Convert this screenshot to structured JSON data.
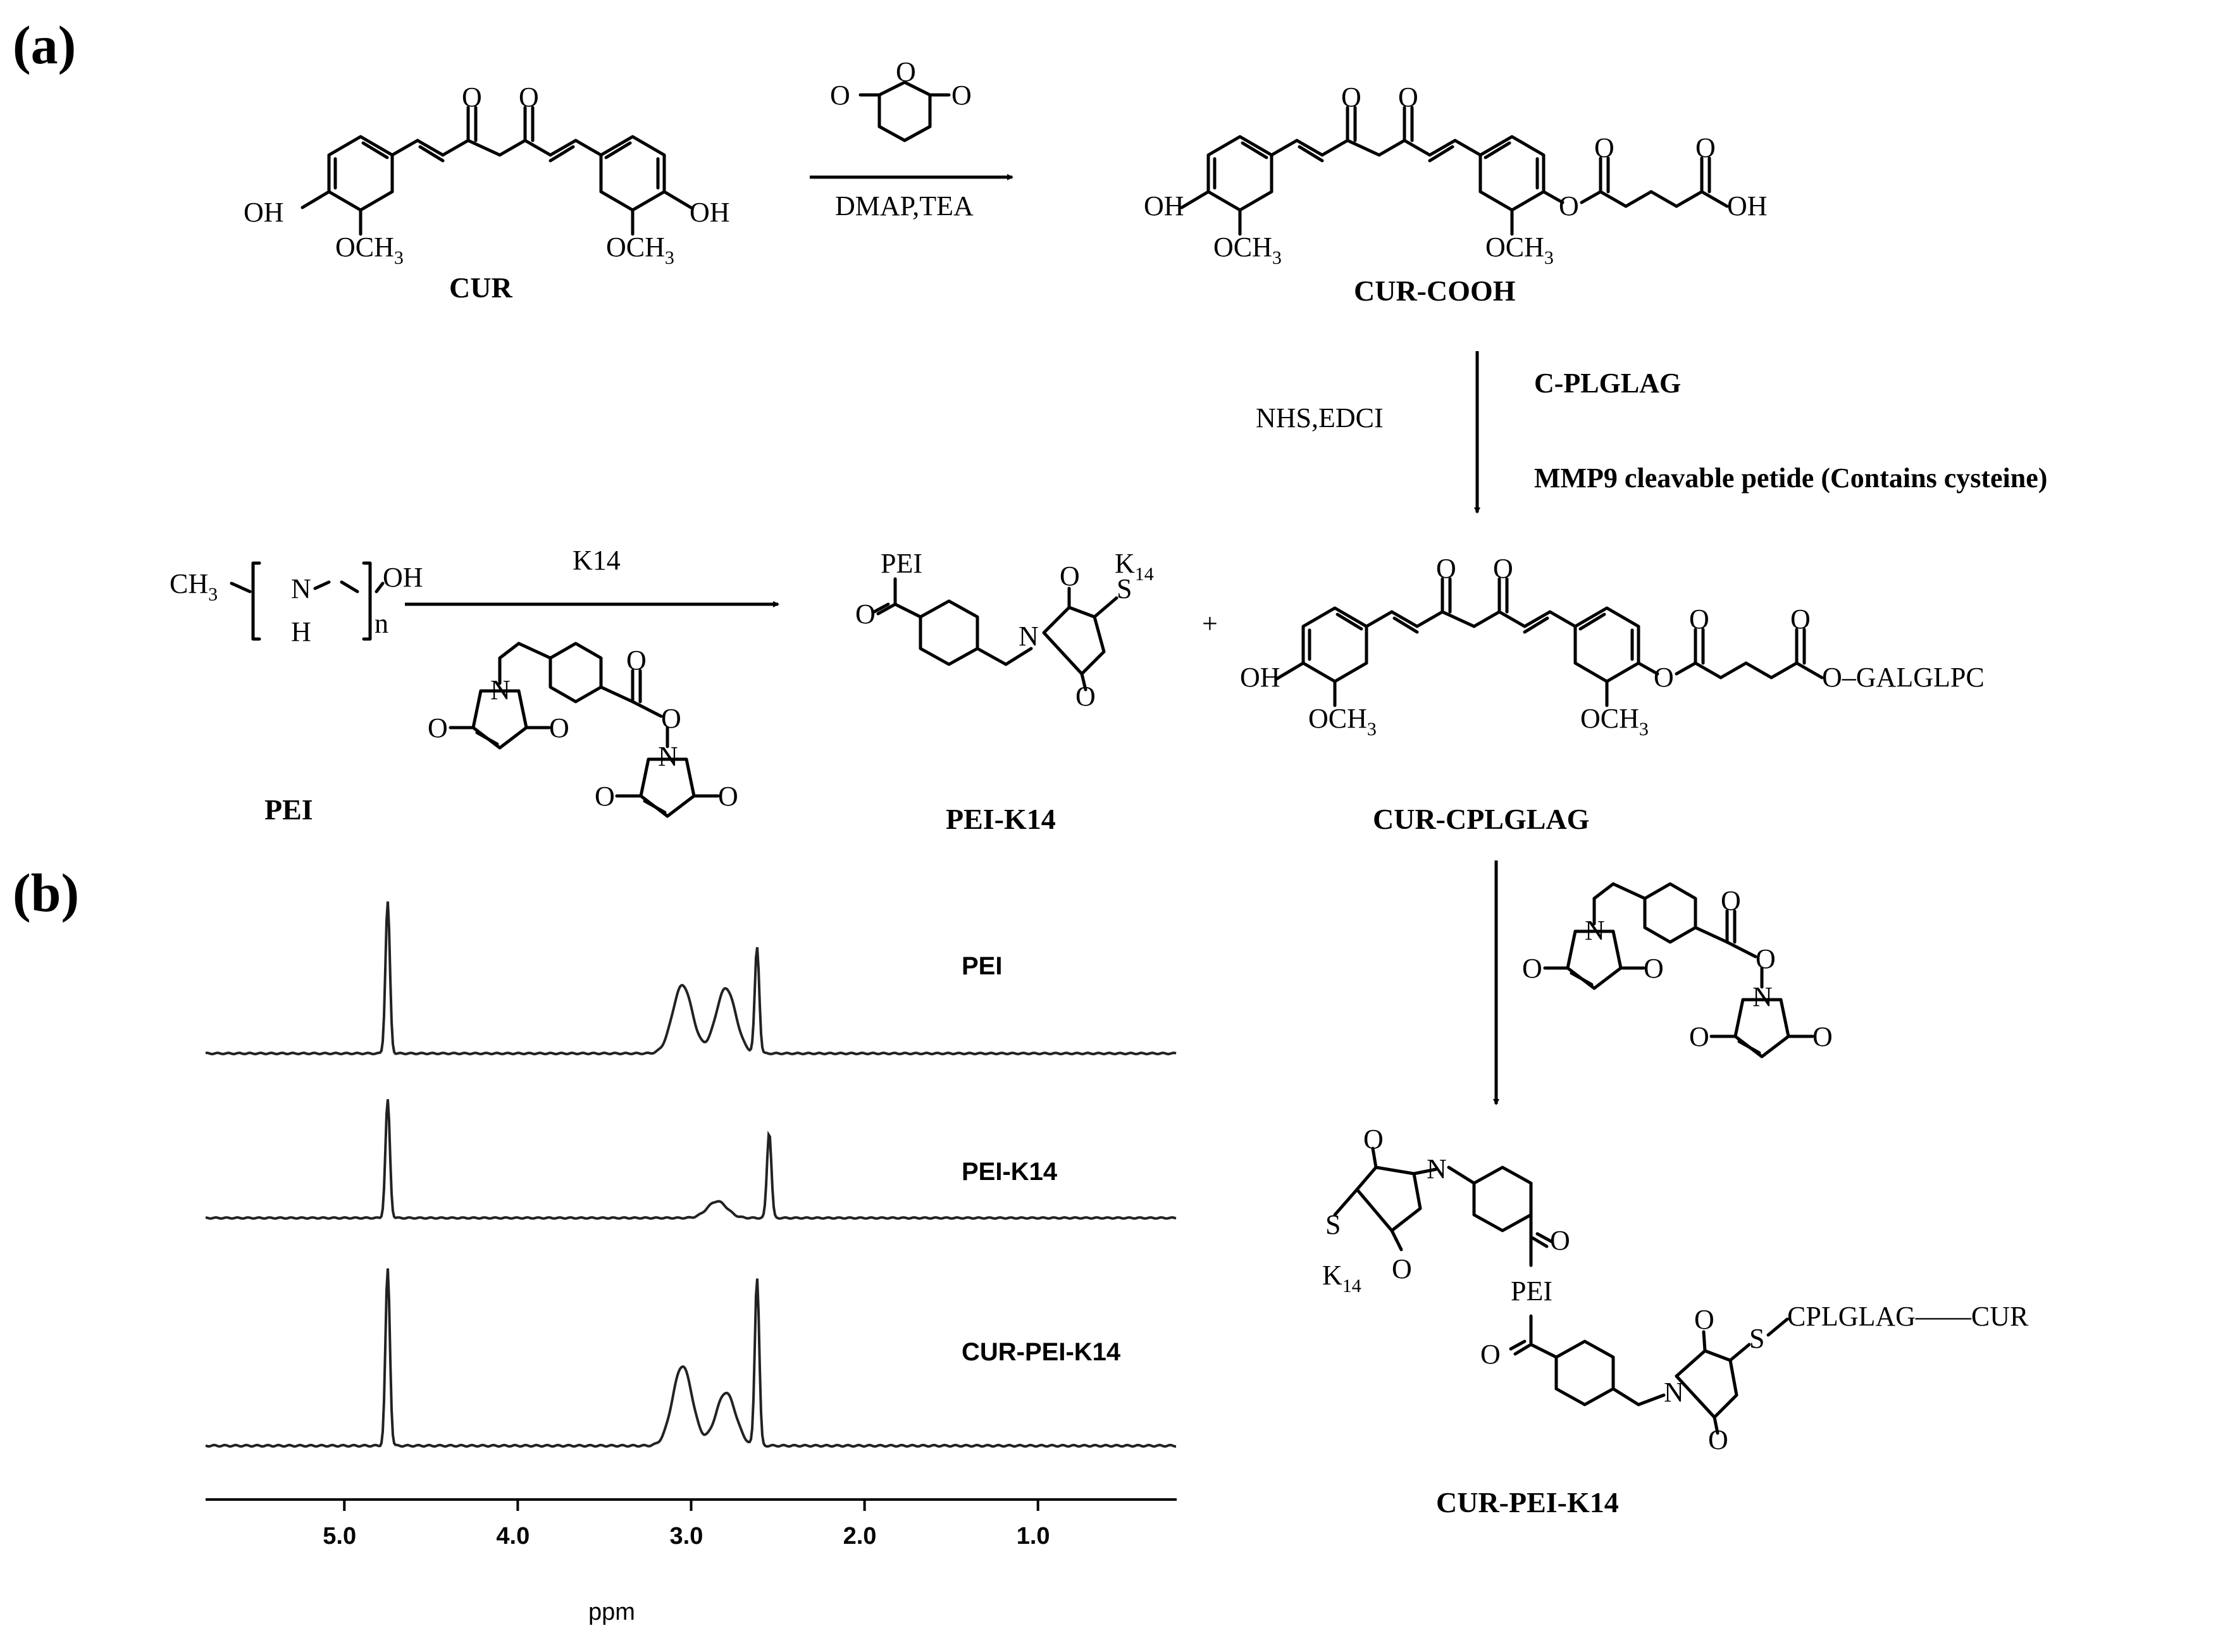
{
  "panel_a": {
    "label": "(a)",
    "compounds": {
      "cur": "CUR",
      "cur_cooh": "CUR-COOH",
      "pei": "PEI",
      "pei_k14": "PEI-K14",
      "cur_cplglag": "CUR-CPLGLAG",
      "cur_pei_k14": "CUR-PEI-K14"
    },
    "reagents": {
      "step1": "DMAP,TEA",
      "step2_left": "NHS,EDCI",
      "step2_right_1": "C-PLGLAG",
      "step2_right_2": "MMP9 cleavable petide (Contains cysteine)",
      "step3": "K14",
      "plus": "+"
    },
    "atoms": {
      "oh": "OH",
      "och": "OCH",
      "sub3": "3",
      "o": "O",
      "n": "N",
      "h": "H",
      "n_sub": "n",
      "ch": "CH",
      "s": "S",
      "k": "K",
      "sub14": "14",
      "pei": "PEI",
      "galglpc": "O–GALGLPC",
      "cplglag_cur": "CPLGLAG——CUR"
    }
  },
  "panel_b": {
    "label": "(b)",
    "x_label": "ppm",
    "x_ticks": [
      "5.0",
      "4.0",
      "3.0",
      "2.0",
      "1.0"
    ]
  },
  "chart_data": {
    "type": "line",
    "xlabel": "ppm",
    "x_axis_reversed": true,
    "xlim": [
      5.8,
      0.2
    ],
    "x_ticks": [
      5.0,
      4.0,
      3.0,
      2.0,
      1.0
    ],
    "y_axis": "none (stacked spectra)",
    "series": [
      {
        "name": "PEI",
        "peaks": [
          {
            "ppm": 4.75,
            "relative_height": 1.0
          },
          {
            "ppm": 3.05,
            "relative_height": 0.45
          },
          {
            "ppm": 2.8,
            "relative_height": 0.43
          },
          {
            "ppm": 2.62,
            "relative_height": 0.7
          }
        ]
      },
      {
        "name": "PEI-K14",
        "peaks": [
          {
            "ppm": 4.75,
            "relative_height": 0.85
          },
          {
            "ppm": 2.85,
            "relative_height": 0.12
          },
          {
            "ppm": 2.55,
            "relative_height": 0.62
          }
        ]
      },
      {
        "name": "CUR-PEI-K14",
        "peaks": [
          {
            "ppm": 4.75,
            "relative_height": 1.0
          },
          {
            "ppm": 3.05,
            "relative_height": 0.45
          },
          {
            "ppm": 2.8,
            "relative_height": 0.3
          },
          {
            "ppm": 2.62,
            "relative_height": 0.95
          }
        ]
      }
    ]
  }
}
